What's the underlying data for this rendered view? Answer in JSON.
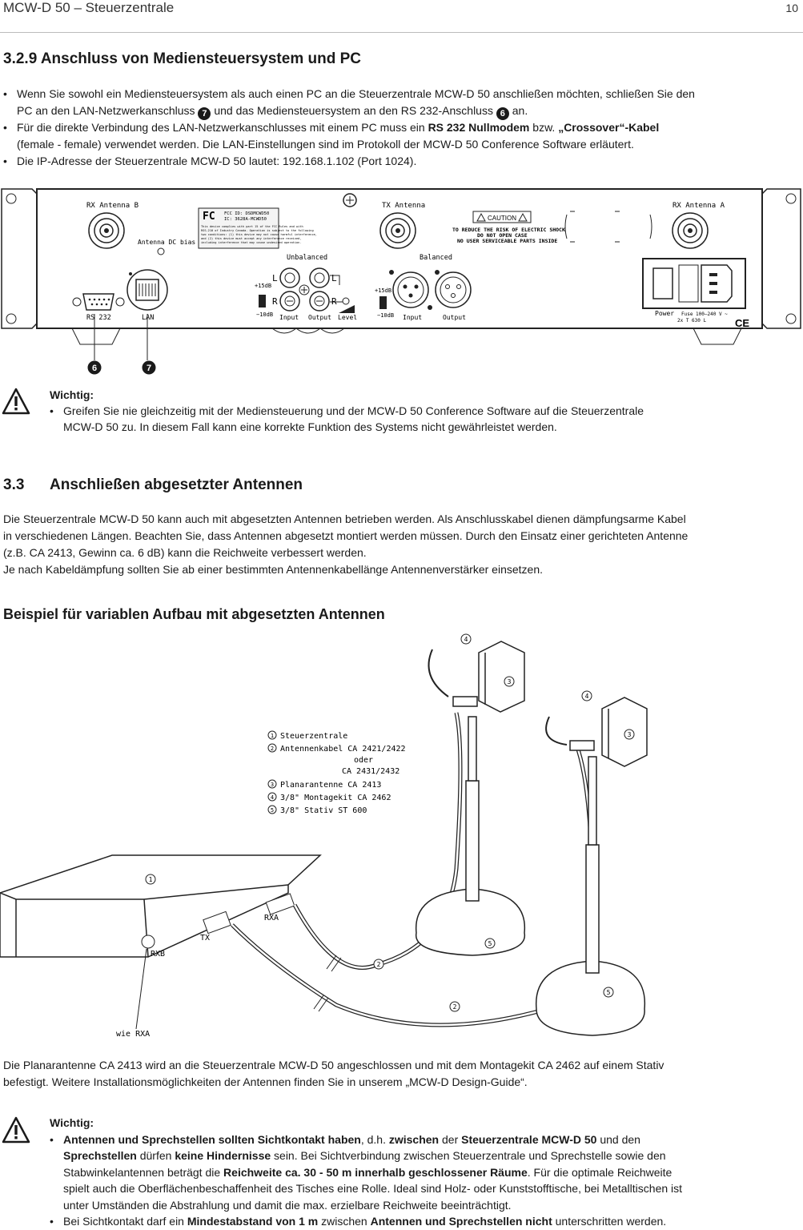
{
  "header": {
    "title": "MCW-D 50 – Steuerzentrale",
    "page": "10"
  },
  "section329": {
    "heading": "3.2.9  Anschluss von Mediensteuersystem und PC",
    "b1a": "Wenn Sie sowohl ein Mediensteuersystem als auch einen PC an die Steuerzentrale MCW-D 50 anschließen möchten, schließen Sie den",
    "b1b": "PC an den LAN-Netzwerkanschluss",
    "b1c": "und das Mediensteuersystem an den RS 232-Anschluss",
    "b1d": "an.",
    "n7": "7",
    "n6": "6",
    "b2a": "Für die direkte Verbindung des LAN-Netzwerkanschlusses mit einem PC muss ein",
    "b2b": "RS 232 Nullmodem",
    "b2c": "bzw.",
    "b2d": "„Crossover“-Kabel",
    "b2e": "(female - female) verwendet werden. Die LAN-Einstellungen sind im Protokoll der MCW-D 50 Conference Software erläutert.",
    "b3": "Die IP-Adresse der Steuerzentrale MCW-D 50 lautet: 192.168.1.102 (Port 1024)."
  },
  "panel": {
    "rx_b": "RX Antenna B",
    "rx_a": "RX Antenna A",
    "tx": "TX Antenna",
    "dc_bias": "Antenna DC bias",
    "fcc1": "FCC ID: DSDMCWD50",
    "fcc2": "IC: 3628A-MCWD50",
    "fcc_text1": "This device complies with part 15 of the FCC Rules and with",
    "fcc_text2": "RSS-210 of Industry Canada. Operation is subject to the following",
    "fcc_text3": "two conditions: (1) this device may not cause harmful interference,",
    "fcc_text4": "and (2) this device must accept any interference received,",
    "fcc_text5": "including interference that may cause undesired operation.",
    "caution": "CAUTION",
    "caution1": "TO REDUCE THE RISK OF ELECTRIC SHOCK",
    "caution2": "DO NOT OPEN CASE",
    "caution3": "NO USER SERVICEABLE PARTS INSIDE",
    "unbalanced": "Unbalanced",
    "balanced": "Balanced",
    "l": "L",
    "r": "R",
    "plus15": "+15dB",
    "minus10": "−10dB",
    "input": "Input",
    "output": "Output",
    "level": "Level",
    "rs232": "RS 232",
    "lan": "LAN",
    "power": "Power",
    "fuse": "Fuse   100–240 V ~",
    "fuse2": "2x T 630 L",
    "ce": "CE",
    "call6": "6",
    "call7": "7"
  },
  "warn1": {
    "title": "Wichtig:",
    "line1": "Greifen Sie nie gleichzeitig mit der Mediensteuerung und der MCW-D 50 Conference Software auf die Steuerzentrale",
    "line2": "MCW-D 50 zu. In diesem Fall kann eine korrekte Funktion des Systems nicht gewährleistet werden."
  },
  "section33": {
    "num": "3.3",
    "title": "Anschließen abgesetzter Antennen",
    "p1": "Die Steuerzentrale MCW-D 50 kann auch mit abgesetzten Antennen betrieben werden. Als Anschlusskabel dienen dämpfungsarme Kabel",
    "p2": "in verschiedenen Längen. Beachten Sie, dass Antennen abgesetzt montiert werden müssen. Durch den Einsatz einer gerichteten Antenne",
    "p3": "(z.B. CA 2413, Gewinn ca. 6 dB) kann die Reichweite verbessert werden.",
    "p4": "Je nach Kabeldämpfung sollten Sie ab einer bestimmten Antennenkabellänge Antennenverstärker einsetzen."
  },
  "example": {
    "heading": "Beispiel für variablen Aufbau mit abgesetzten Antennen",
    "legend1": "Steuerzentrale",
    "legend2": "Antennenkabel CA 2421/2422",
    "legend2b": "oder",
    "legend2c": "CA 2431/2432",
    "legend3": "Planarantenne CA 2413",
    "legend4": "3/8\" Montagekit CA 2462",
    "legend5": "3/8\" Stativ  ST 600",
    "n1": "1",
    "n2": "2",
    "n3": "3",
    "n4": "4",
    "n5": "5",
    "rxa": "RXA",
    "rxb": "RXB",
    "tx": "TX",
    "wie": "wie RXA"
  },
  "after": {
    "p1": "Die Planarantenne CA 2413 wird an die Steuerzentrale MCW-D 50 angeschlossen und mit dem Montagekit CA 2462 auf einem Stativ",
    "p2": "befestigt. Weitere Installationsmöglichkeiten der Antennen finden Sie in unserem „MCW-D Design-Guide“."
  },
  "warn2": {
    "title": "Wichtig:",
    "a1": "Antennen und Sprechstellen sollten Sichtkontakt haben",
    "a2": ", d.h.",
    "a3": "zwischen",
    "a4": "der",
    "a5": "Steuerzentrale MCW-D 50",
    "a6": "und den",
    "a7": "Sprechstellen",
    "a8": "dürfen",
    "a9": "keine Hindernisse",
    "a10": "sein. Bei Sichtverbindung zwischen Steuerzentrale und Sprechstelle sowie den",
    "a11": "Stabwinkelantennen beträgt die",
    "a12": "Reichweite ca. 30 - 50 m innerhalb geschlossener Räume",
    "a13": ". Für die optimale Reichweite",
    "a14": "spielt auch die Oberflächenbeschaffenheit des Tisches eine Rolle. Ideal sind Holz- oder Kunststofftische, bei Metalltischen ist",
    "a15": "unter Umständen die Abstrahlung und damit die max. erzielbare Reichweite beeinträchtigt.",
    "c1": "Bei Sichtkontakt darf ein",
    "c2": "Mindestabstand von 1 m",
    "c3": "zwischen",
    "c4": "Antennen und Sprechstellen nicht",
    "c5": "unterschritten werden."
  }
}
